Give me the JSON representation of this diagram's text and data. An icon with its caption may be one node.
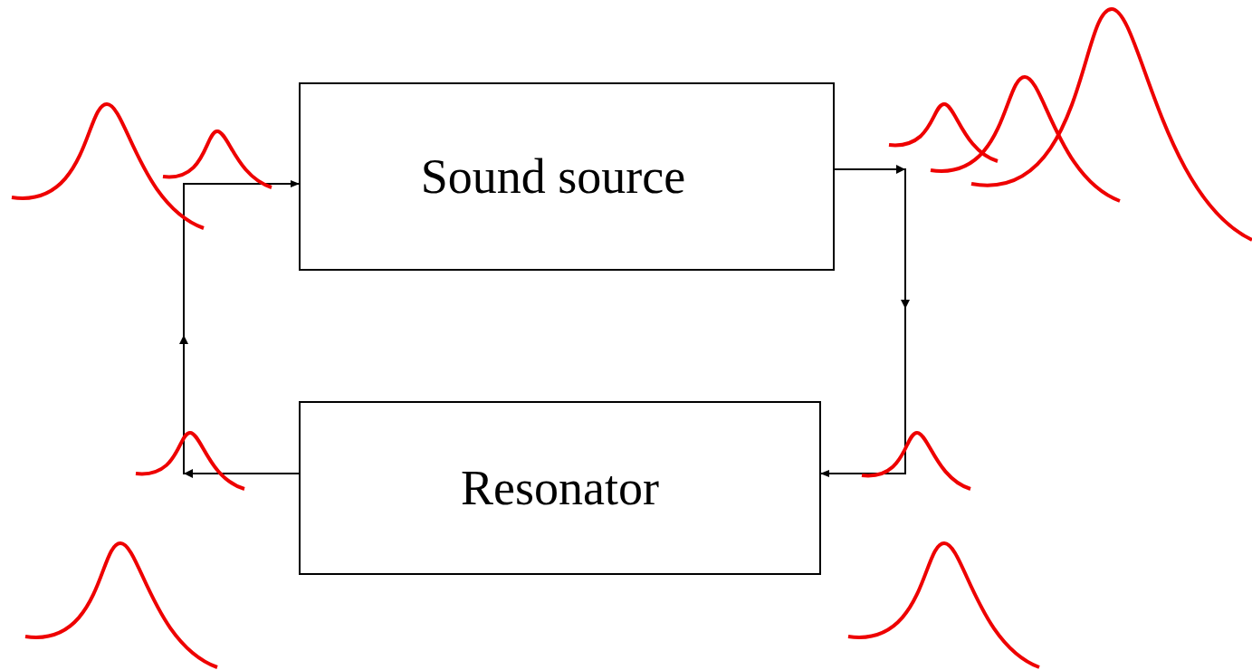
{
  "diagram": {
    "nodes": [
      {
        "text": [
          "Sound source"
        ]
      },
      {
        "text": [
          "Resonator"
        ]
      }
    ],
    "edges": [
      {
        "from": 0,
        "to": 1,
        "arrow": "to"
      },
      {
        "from": 1,
        "to": 0,
        "arrow": "to"
      }
    ]
  }
}
